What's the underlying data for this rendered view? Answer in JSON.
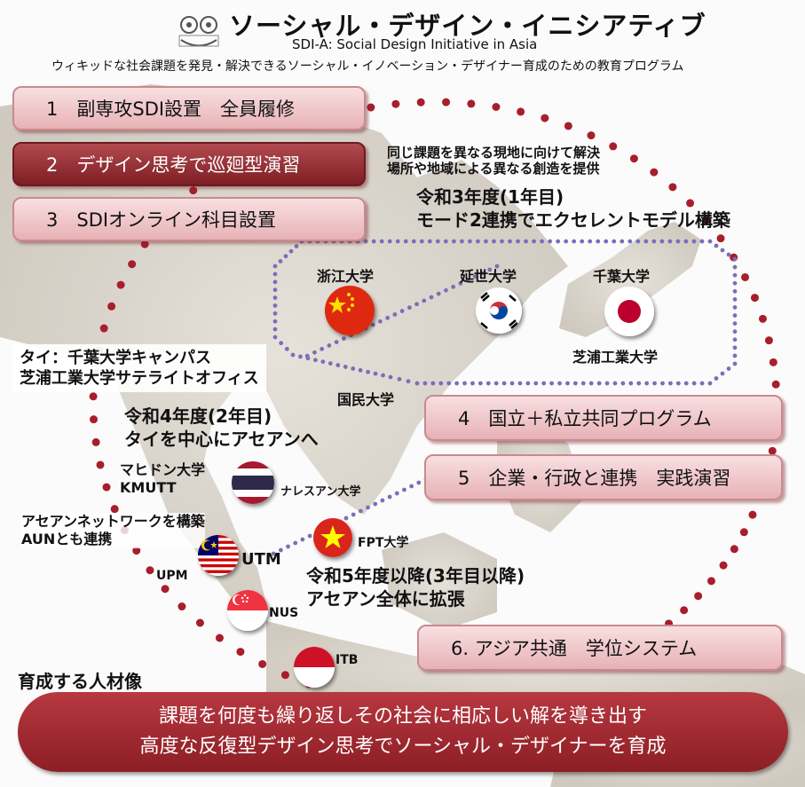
{
  "header": {
    "title": "ソーシャル・デザイン・イニシアティブ",
    "subtitle": "SDI-A: Social Design Initiative in Asia",
    "description": "ウィキッドな社会課題を発見・解決できるソーシャル・イノベーション・デザイナー育成のための教育プログラム",
    "logo_icon": "university-owl-logo-icon"
  },
  "steps": [
    {
      "label": "1　副専攻SDI設置　全員履修"
    },
    {
      "label": "2　デザイン思考で巡廻型演習"
    },
    {
      "label": "3　SDIオンライン科目設置"
    },
    {
      "label": "4　国立＋私立共同プログラム"
    },
    {
      "label": "5　企業・行政と連携　実践演習"
    },
    {
      "label": "6. アジア共通　学位システム"
    }
  ],
  "notes": {
    "same_problem": [
      "同じ課題を異なる現地に向けて解決",
      "場所や地域による異なる創造を提供"
    ],
    "year1": [
      "令和3年度(1年目)",
      "モード2連携でエクセレントモデル構築"
    ],
    "year2": [
      "令和4年度(2年目)",
      "タイを中心にアセアンへ"
    ],
    "year3": [
      "令和5年度以降(3年目以降)",
      "アセアン全体に拡張"
    ],
    "thai_campus": [
      "タイ：千葉大学キャンパス",
      "芝浦工業大学サテライトオフィス"
    ],
    "asean_network": [
      "アセアンネットワークを構築",
      "AUNとも連携"
    ]
  },
  "universities": {
    "zhejiang": "浙江大学",
    "yonsei": "延世大学",
    "chiba": "千葉大学",
    "shibaura": "芝浦工業大学",
    "kokumin": "国民大学",
    "mahidol": [
      "マヒドン大学",
      "KMUTT"
    ],
    "naresuan": "ナレスアン大学",
    "fpt": "FPT大学",
    "utm": "UTM",
    "upm": "UPM",
    "nus": "NUS",
    "itb": "ITB"
  },
  "flags": {
    "china": "china-flag-icon",
    "korea": "korea-flag-icon",
    "japan": "japan-flag-icon",
    "thailand": "thailand-flag-icon",
    "vietnam": "vietnam-flag-icon",
    "malaysia": "malaysia-flag-icon",
    "singapore": "singapore-flag-icon",
    "indonesia": "indonesia-flag-icon"
  },
  "talent_heading": "育成する人材像",
  "bottom": [
    "課題を何度も繰り返しその社会に相応しい解を導き出す",
    "高度な反復型デザイン思考でソーシャル・デザイナーを育成"
  ],
  "colors": {
    "accent_dark_red": "#8d1e25",
    "box_pink": "#e7b2b6",
    "dot_red": "#a71e2c",
    "dot_purple": "#7b6fb8",
    "land": "#d9d4cb"
  }
}
